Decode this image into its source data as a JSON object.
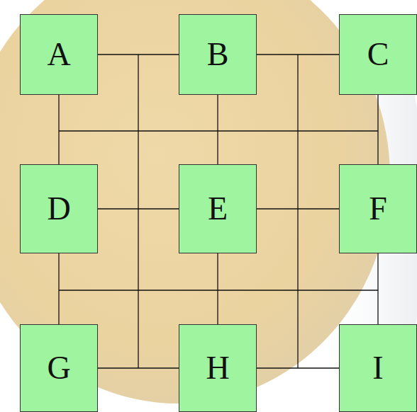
{
  "diagram": {
    "nodes": [
      {
        "text": [
          "A"
        ]
      },
      {
        "text": [
          "B"
        ]
      },
      {
        "text": [
          "C"
        ]
      },
      {
        "text": [
          "D"
        ]
      },
      {
        "text": [
          "E"
        ]
      },
      {
        "text": [
          "F"
        ]
      },
      {
        "text": [
          "G"
        ]
      },
      {
        "text": [
          "H"
        ]
      },
      {
        "text": [
          "I"
        ]
      }
    ],
    "edges": [
      {
        "from": 0,
        "to": 1,
        "arrow": "none"
      },
      {
        "from": 1,
        "to": 2,
        "arrow": "none"
      },
      {
        "from": 0,
        "to": 3,
        "arrow": "none"
      },
      {
        "from": 1,
        "to": 4,
        "arrow": "none"
      },
      {
        "from": 2,
        "to": 5,
        "arrow": "none"
      },
      {
        "from": 3,
        "to": 4,
        "arrow": "none"
      },
      {
        "from": 4,
        "to": 5,
        "arrow": "none"
      },
      {
        "from": 3,
        "to": 6,
        "arrow": "none"
      },
      {
        "from": 4,
        "to": 7,
        "arrow": "none"
      },
      {
        "from": 5,
        "to": 8,
        "arrow": "none"
      },
      {
        "from": 6,
        "to": 7,
        "arrow": "none"
      },
      {
        "from": 7,
        "to": 8,
        "arrow": "none"
      }
    ]
  }
}
